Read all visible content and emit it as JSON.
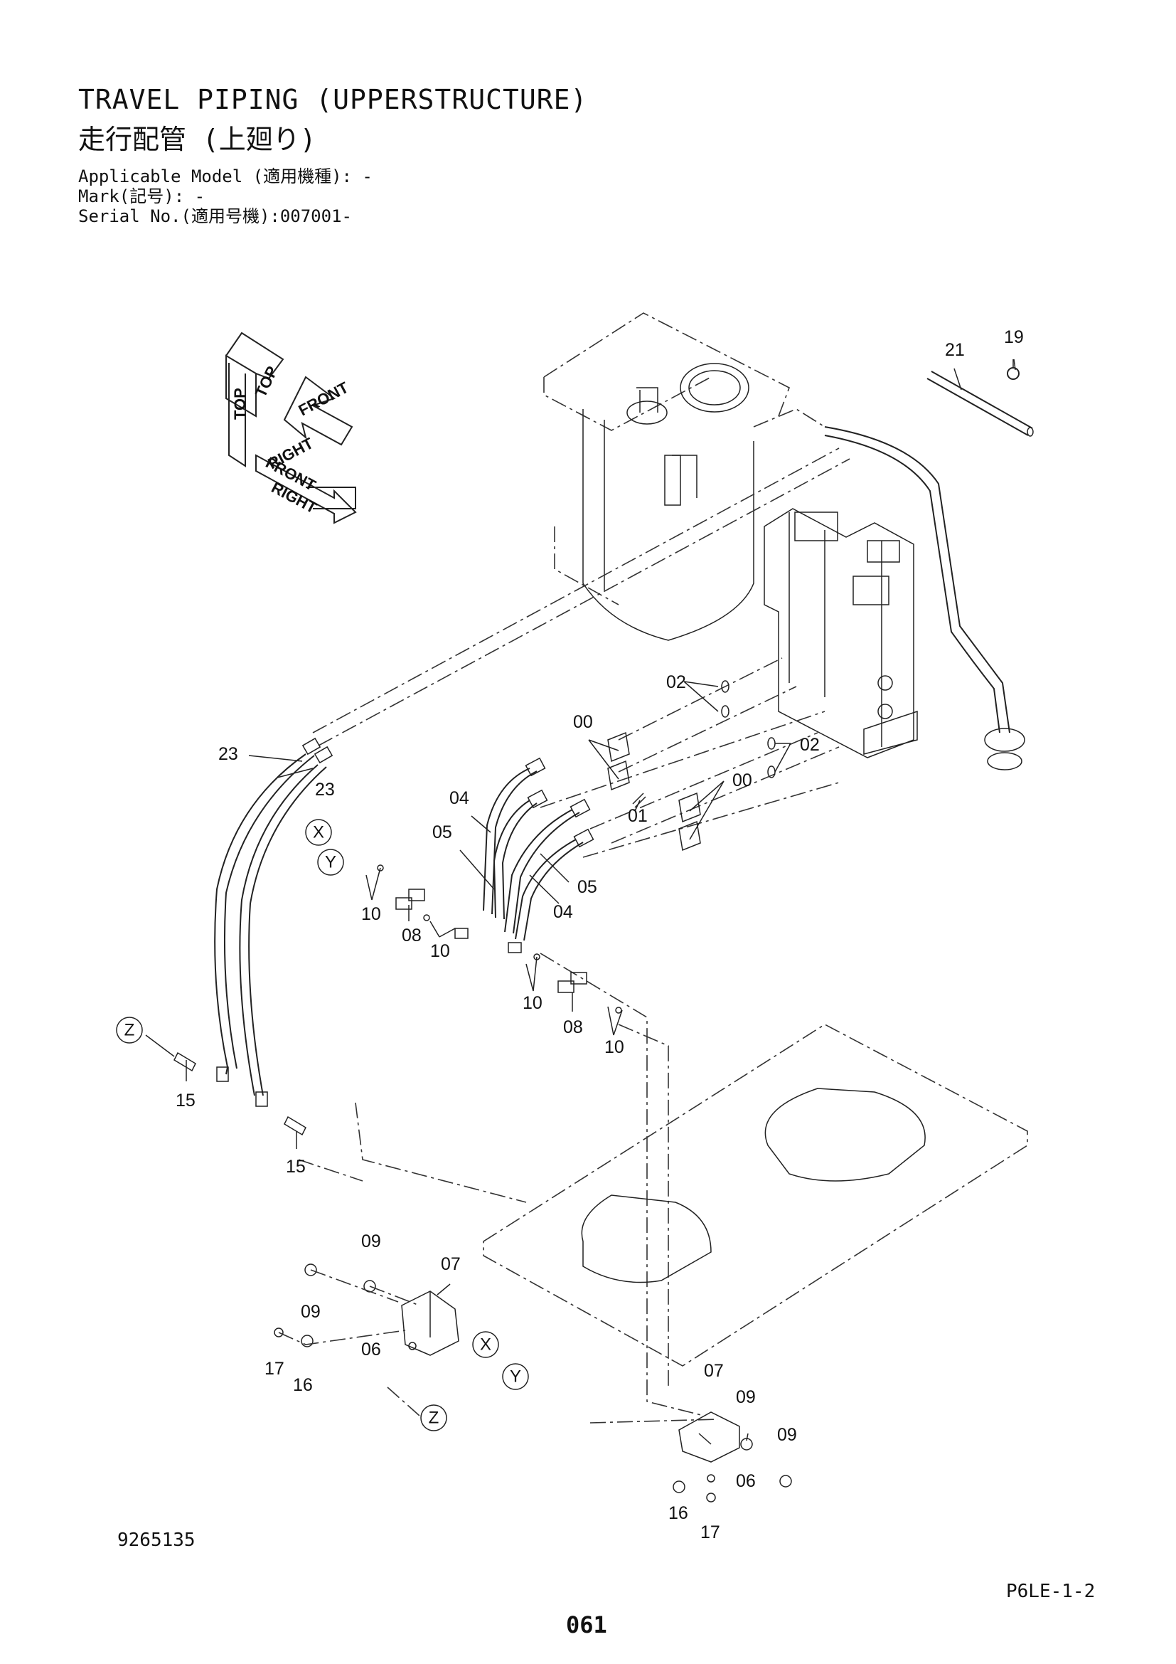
{
  "header": {
    "title_en": "TRAVEL PIPING (UPPERSTRUCTURE)",
    "title_ja": "走行配管 (上廻り)",
    "applicable_model": "Applicable Model (適用機種): -",
    "mark": "Mark(記号): -",
    "serial_no": "Serial No.(適用号機):007001-"
  },
  "orientation": {
    "top": "TOP",
    "front": "FRONT",
    "right": "RIGHT"
  },
  "callouts": {
    "p00a": "00",
    "p00b": "00",
    "p01": "01",
    "p02a": "02",
    "p02b": "02",
    "p04a": "04",
    "p04b": "04",
    "p05a": "05",
    "p05b": "05",
    "p06a": "06",
    "p06b": "06",
    "p07a": "07",
    "p07b": "07",
    "p08a": "08",
    "p08b": "08",
    "p09a": "09",
    "p09b": "09",
    "p09c": "09",
    "p09d": "09",
    "p10a": "10",
    "p10b": "10",
    "p10c": "10",
    "p10d": "10",
    "p15a": "15",
    "p15b": "15",
    "p16a": "16",
    "p16b": "16",
    "p17a": "17",
    "p17b": "17",
    "p19": "19",
    "p21": "21",
    "p23a": "23",
    "p23b": "23"
  },
  "refs": {
    "x1": "X",
    "y1": "Y",
    "z1": "Z",
    "x2": "X",
    "y2": "Y",
    "z2": "Z"
  },
  "footer": {
    "doc_number": "9265135",
    "page_code": "P6LE-1-2",
    "page_number": "061"
  }
}
